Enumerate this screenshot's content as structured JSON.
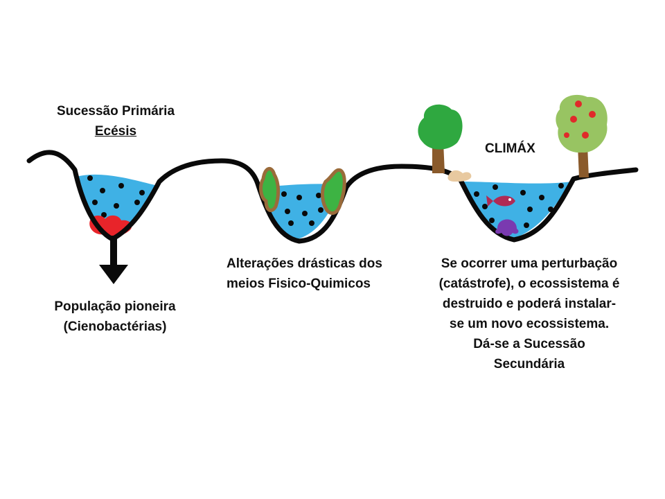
{
  "colors": {
    "ground": "#0a0a0a",
    "water": "#3fb1e5",
    "dots": "#0a0a0a",
    "bacteria": "#e8242a",
    "plant": "#3db343",
    "plant_edge": "#9a6b3a",
    "trunk": "#8a5a2b",
    "canopy_dark": "#2fa840",
    "canopy_light": "#98c462",
    "fruit": "#e02a2a",
    "fish": "#b02a55",
    "octopus": "#7a3ab0",
    "animal": "#e8c9a0"
  },
  "icons": [
    "arrow-down-icon",
    "plant-icon",
    "tree-icon",
    "fruit-tree-icon",
    "fish-icon",
    "octopus-icon",
    "animal-icon"
  ],
  "stage1": {
    "title": "Sucessão Primária",
    "subtitle": "Ecésis",
    "caption_line1": "População pioneira",
    "caption_line2": "(Cienobactérias)"
  },
  "stage2": {
    "caption_line1": "Alterações drásticas dos",
    "caption_line2": "meios Fisico-Quimicos"
  },
  "stage3": {
    "title": "CLIMÁX",
    "caption_line1": "Se ocorrer uma perturbação",
    "caption_line2": "(catástrofe), o ecossistema é",
    "caption_line3": "destruido e poderá instalar-",
    "caption_line4": "se um novo ecossistema.",
    "caption_line5": "Dá-se a Sucessão",
    "caption_line6": "Secundária"
  }
}
